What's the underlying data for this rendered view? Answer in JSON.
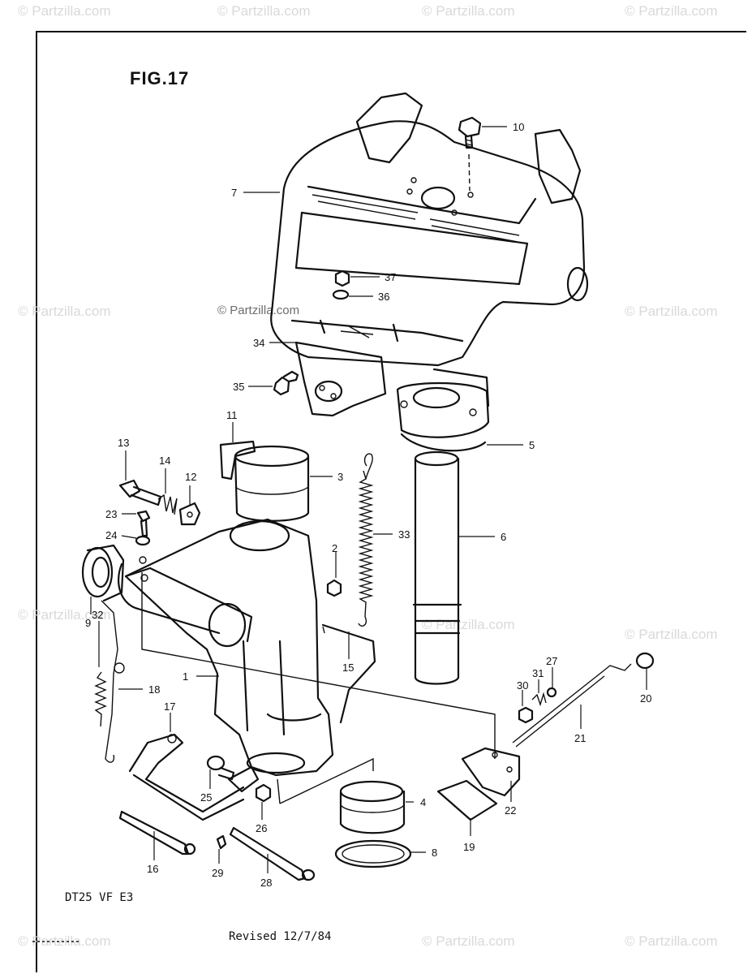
{
  "figure": {
    "title": "FIG.17",
    "model": "DT25 VF E3",
    "revised": "Revised 12/7/84"
  },
  "watermark": {
    "text": "© Partzilla.com",
    "center_text": "© Partzilla.com"
  },
  "callouts": [
    "1",
    "2",
    "3",
    "4",
    "5",
    "6",
    "7",
    "8",
    "9",
    "10",
    "11",
    "12",
    "13",
    "14",
    "15",
    "16",
    "17",
    "18",
    "19",
    "20",
    "21",
    "22",
    "23",
    "24",
    "25",
    "26",
    "27",
    "28",
    "29",
    "30",
    "31",
    "32",
    "33",
    "34",
    "35",
    "36",
    "37"
  ]
}
